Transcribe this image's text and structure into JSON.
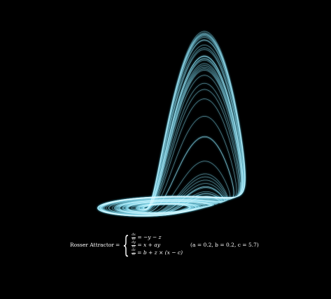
{
  "caption": {
    "name": "Rosser Attractor",
    "equations": [
      {
        "num": "dx",
        "den": "dt",
        "rhs": "= −y − z"
      },
      {
        "num": "dy",
        "den": "dt",
        "rhs": "= x + ay"
      },
      {
        "num": "dz",
        "den": "dt",
        "rhs": "= b + z × (x − c)"
      }
    ],
    "params": "(a = 0.2, b = 0.2, c = 5.7)"
  },
  "parameters": {
    "a": 0.2,
    "b": 0.2,
    "c": 5.7
  },
  "colors": {
    "background": "#000000",
    "trajectory": "#5fd4f2",
    "trajectory_core": "#e8fbff",
    "text": "#ffffff"
  }
}
